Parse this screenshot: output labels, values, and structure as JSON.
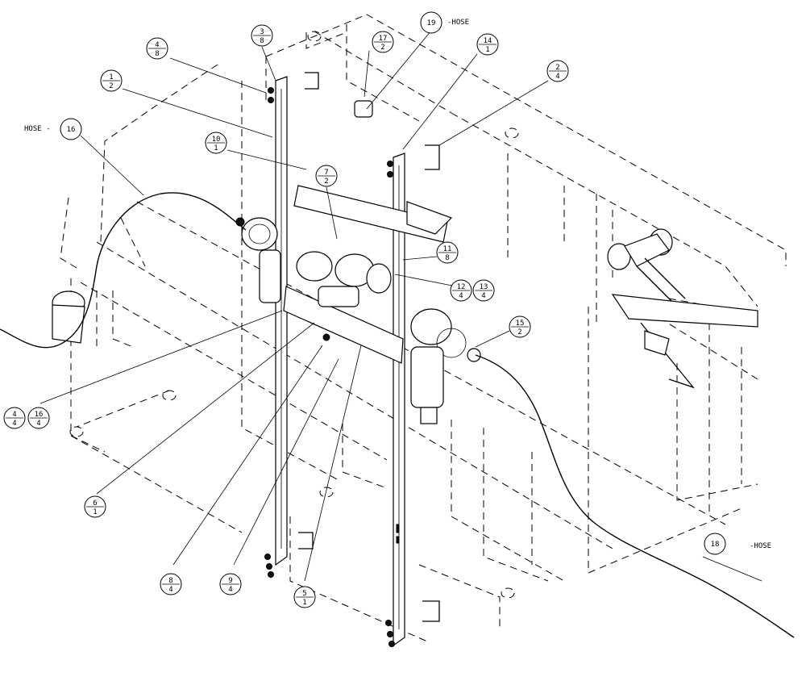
{
  "hose_labels": {
    "top": "-HOSE",
    "left": "HOSE -",
    "right": "-HOSE"
  },
  "callouts": [
    {
      "id": "3-8",
      "top": "3",
      "bottom": "8"
    },
    {
      "id": "4-8",
      "top": "4",
      "bottom": "8"
    },
    {
      "id": "1-2",
      "top": "1",
      "bottom": "2"
    },
    {
      "id": "16",
      "top": "16",
      "bottom": ""
    },
    {
      "id": "17-2",
      "top": "17",
      "bottom": "2"
    },
    {
      "id": "19",
      "top": "19",
      "bottom": ""
    },
    {
      "id": "14-1",
      "top": "14",
      "bottom": "1"
    },
    {
      "id": "2-4",
      "top": "2",
      "bottom": "4"
    },
    {
      "id": "10-1",
      "top": "10",
      "bottom": "1"
    },
    {
      "id": "7-2",
      "top": "7",
      "bottom": "2"
    },
    {
      "id": "11-8",
      "top": "11",
      "bottom": "8"
    },
    {
      "id": "12-4",
      "top": "12",
      "bottom": "4"
    },
    {
      "id": "13-4",
      "top": "13",
      "bottom": "4"
    },
    {
      "id": "15-2",
      "top": "15",
      "bottom": "2"
    },
    {
      "id": "4-4",
      "top": "4",
      "bottom": "4"
    },
    {
      "id": "16-4",
      "top": "16",
      "bottom": "4"
    },
    {
      "id": "6-1",
      "top": "6",
      "bottom": "1"
    },
    {
      "id": "8-4",
      "top": "8",
      "bottom": "4"
    },
    {
      "id": "9-4",
      "top": "9",
      "bottom": "4"
    },
    {
      "id": "5-1",
      "top": "5",
      "bottom": "1"
    },
    {
      "id": "18",
      "top": "18",
      "bottom": ""
    }
  ]
}
